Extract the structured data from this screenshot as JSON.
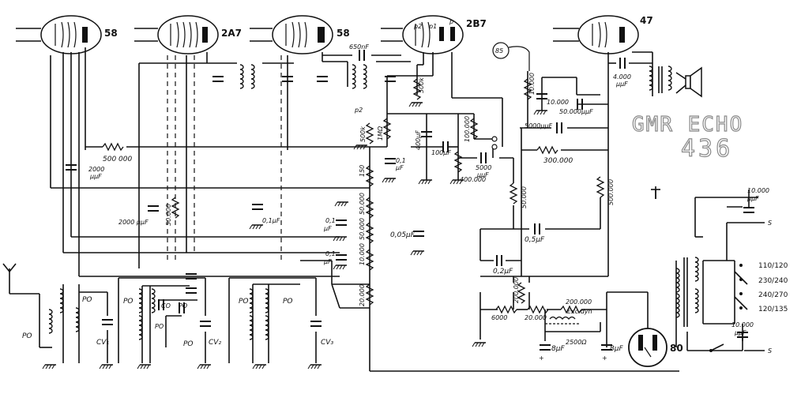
{
  "title": {
    "brand": "GMR ECHO",
    "model": "436"
  },
  "tubes": {
    "t1": "58",
    "t2": "2A7",
    "t3": "58",
    "t4": "2B7",
    "t5": "47",
    "t6": "80",
    "pin_p2": "p2",
    "pin_p1": "p1",
    "pin_p": "p"
  },
  "marker_85": "85",
  "components": {
    "c_650nf": "650nF",
    "r_500000": "500 000",
    "c_2000uf_top": "2000",
    "c_uf_unit": "μμF",
    "r_500k_a": "500k",
    "r_500k_b": "500k",
    "p2_label": "p2",
    "r_1mohm": "1MΩ",
    "c_400uf": "400μF",
    "c_01_uf": "0,1",
    "c_01_uf_unit": "μF",
    "c_100uf": "100μF",
    "r_100000": "100.000",
    "r_400000": "400.000",
    "c_5000": "5000",
    "c_5000_unit": "μμF",
    "r_10000_top": "10.000",
    "c_10000_a": "10.000",
    "c_50000": "50.000μμF",
    "c_4000": "4.000",
    "c_4000_unit": "μμF",
    "c_5000uuf": "5000μμF",
    "r_300000": "300.000",
    "r_150": "150",
    "r_50000_a": "50.000",
    "r_50000_b": "50.000",
    "r_10000_b": "10.000",
    "r_20000_a": "20.000",
    "c_2000uuf": "2000 μμF",
    "r_50000_c": "50.000",
    "c_01_b": "0,1μF",
    "c_01_c": "0,1",
    "c_01_c_unit": "μF",
    "c_01_d": "0,1",
    "c_01_d_unit": "μF",
    "c_005": "0,05μF",
    "r_50000_d": "50.000",
    "r_500000_b": "500.000",
    "c_05": "0,5μF",
    "c_02": "0,2μF",
    "r_200000_a": "200.000",
    "r_6000": "6000",
    "r_20000_b": "20.000",
    "r_200000_b": "200.000",
    "exc_dyn": "Exc.dyn",
    "field_2500": "2500Ω",
    "c_8uf_a": "8μF",
    "c_8uf_b": "8μF",
    "c_10000_b": "10.000",
    "c_10000_b_unit": "μμF",
    "c_10000_c": "10.000",
    "c_10000_c_unit": "μμF",
    "s_top": "S",
    "s_bottom": "S",
    "v_110": "110/120",
    "v_230": "230/240",
    "v_240": "240/270",
    "v_120": "120/135",
    "po_1": "PO",
    "po_2": "PO",
    "po_3": "PO",
    "po_4": "PO",
    "po_5": "PO",
    "po_6": "PO",
    "po_7": "PO",
    "po_8": "PO",
    "co": "CO",
    "cv1": "CV₁",
    "cv2": "CV₂",
    "cv3": "CV₃",
    "plus_a": "+",
    "plus_b": "+"
  },
  "icons": {
    "antenna": "antenna-icon",
    "speaker": "speaker-icon",
    "ground": "ground-icon"
  }
}
